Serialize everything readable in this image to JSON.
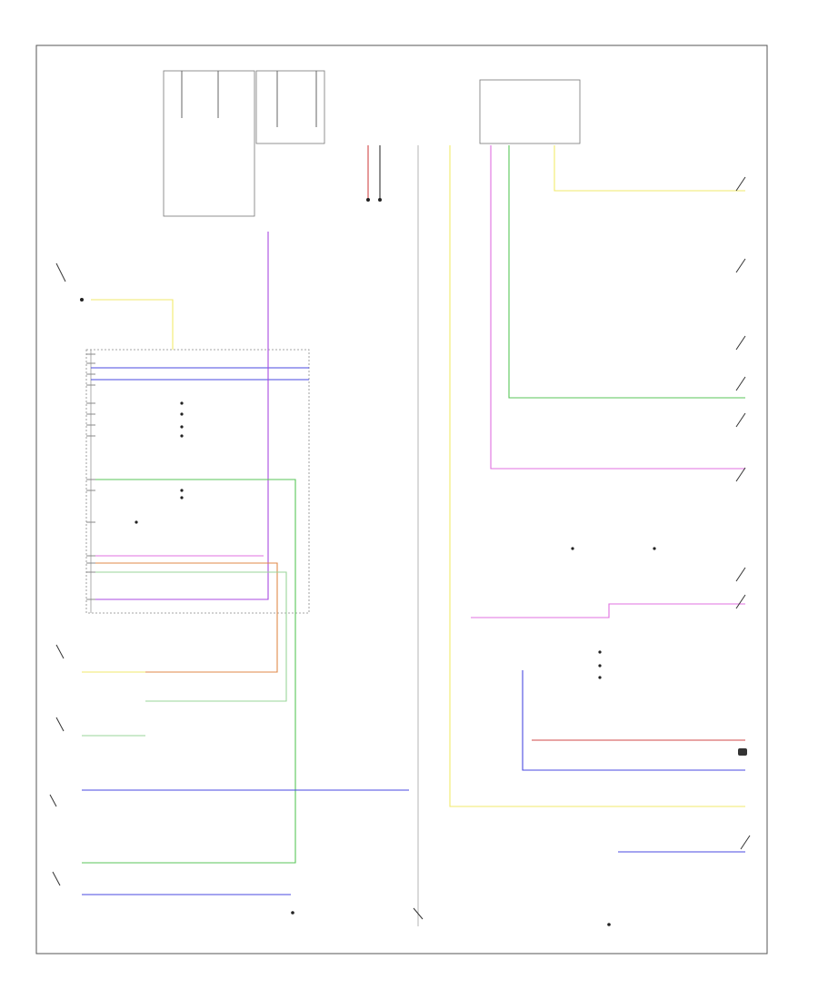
{
  "diagram": {
    "page_code": "",
    "colors": {
      "yellow": "#f2ea6b",
      "green": "#58c658",
      "blue": "#4a4ae0",
      "violet": "#a84ae0",
      "pink": "#e070e0",
      "orange": "#e08a4a",
      "light_green": "#9ad69a",
      "red": "#d04848",
      "gray": "#bbbbbb",
      "black": "#333333",
      "light_gray": "#cccccc"
    },
    "wires": [
      {
        "name": "wire-yellow-top-left",
        "color": "yellow"
      },
      {
        "name": "wire-blue-bus-1",
        "color": "blue"
      },
      {
        "name": "wire-blue-bus-2",
        "color": "blue"
      },
      {
        "name": "wire-violet-bus",
        "color": "violet"
      },
      {
        "name": "wire-green-bus",
        "color": "green"
      },
      {
        "name": "wire-orange-bus",
        "color": "orange"
      },
      {
        "name": "wire-light-green-bus",
        "color": "light_green"
      },
      {
        "name": "wire-pink-left",
        "color": "pink"
      },
      {
        "name": "wire-yellow-sensor",
        "color": "yellow"
      },
      {
        "name": "wire-light-green-sensor",
        "color": "light_green"
      },
      {
        "name": "wire-blue-fuel",
        "color": "blue"
      },
      {
        "name": "wire-green-bottom",
        "color": "green"
      },
      {
        "name": "wire-blue-bottom",
        "color": "blue"
      },
      {
        "name": "wire-yellow-right-1",
        "color": "yellow"
      },
      {
        "name": "wire-green-right-1",
        "color": "green"
      },
      {
        "name": "wire-pink-right-1",
        "color": "pink"
      },
      {
        "name": "wire-pink-right-2",
        "color": "pink"
      },
      {
        "name": "wire-blue-right",
        "color": "blue"
      },
      {
        "name": "wire-red-right",
        "color": "red"
      },
      {
        "name": "wire-yellow-bottom-long",
        "color": "yellow"
      },
      {
        "name": "wire-blue-bottom-right",
        "color": "blue"
      },
      {
        "name": "wire-gray-center",
        "color": "gray"
      },
      {
        "name": "wire-red-top-fuse",
        "color": "red"
      },
      {
        "name": "wire-black-top-fuse",
        "color": "black"
      }
    ]
  }
}
